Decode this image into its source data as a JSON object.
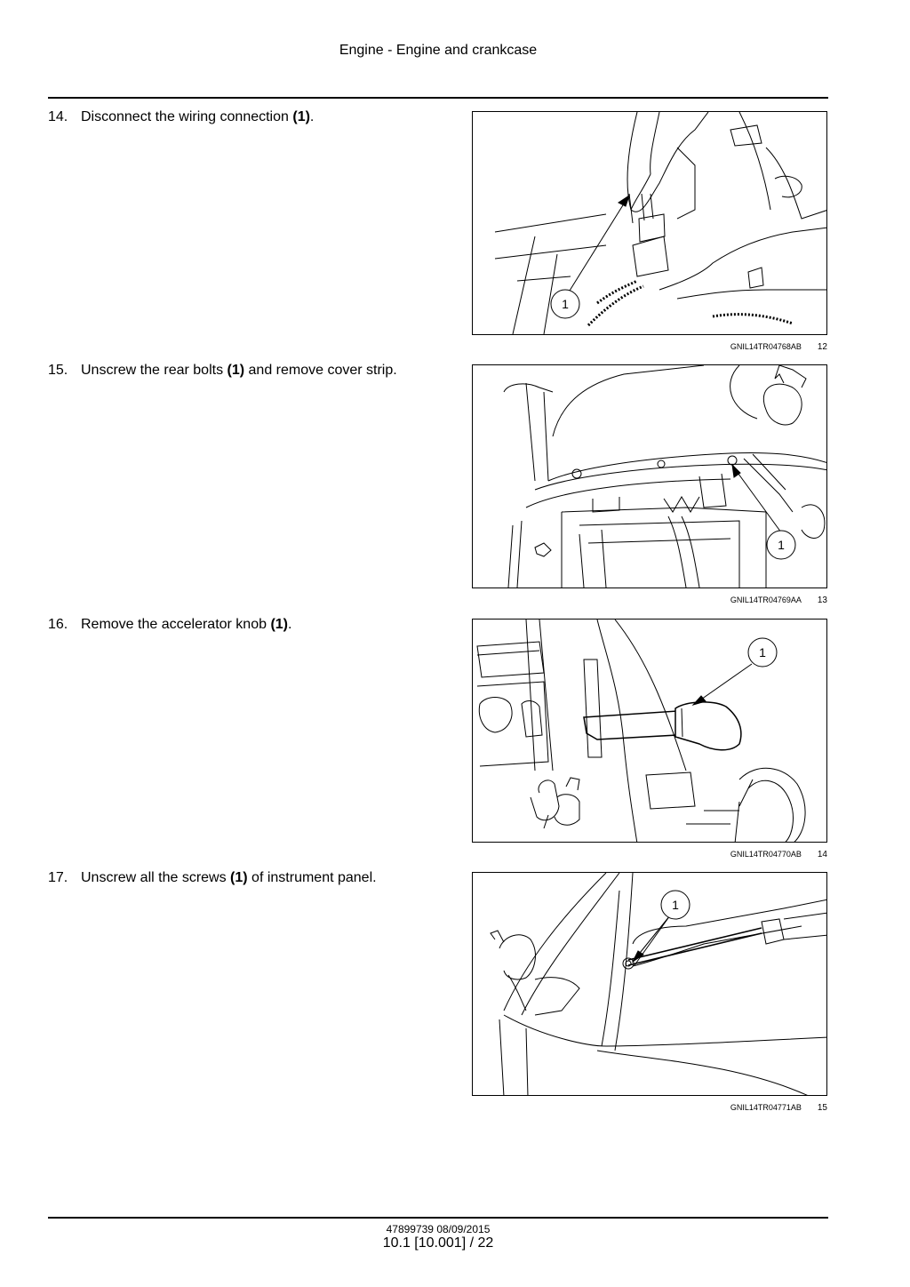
{
  "header": {
    "title": "Engine - Engine and crankcase"
  },
  "steps": [
    {
      "number": "14.",
      "text_before": "Disconnect the wiring connection ",
      "ref": "(1)",
      "text_after": ".",
      "figure": {
        "callout": "1",
        "code": "GNIL14TR04768AB",
        "fig_number": "12"
      }
    },
    {
      "number": "15.",
      "text_before": "Unscrew the rear bolts ",
      "ref": "(1)",
      "text_after": " and remove cover strip.",
      "figure": {
        "callout": "1",
        "code": "GNIL14TR04769AA",
        "fig_number": "13"
      }
    },
    {
      "number": "16.",
      "text_before": "Remove the accelerator knob ",
      "ref": "(1)",
      "text_after": ".",
      "figure": {
        "callout": "1",
        "code": "GNIL14TR04770AB",
        "fig_number": "14"
      }
    },
    {
      "number": "17.",
      "text_before": "Unscrew all the screws ",
      "ref": "(1)",
      "text_after": " of instrument panel.",
      "figure": {
        "callout": "1",
        "code": "GNIL14TR04771AB",
        "fig_number": "15"
      }
    }
  ],
  "footer": {
    "doc_info": "47899739 08/09/2015",
    "page_ref": "10.1 [10.001] / 22"
  }
}
